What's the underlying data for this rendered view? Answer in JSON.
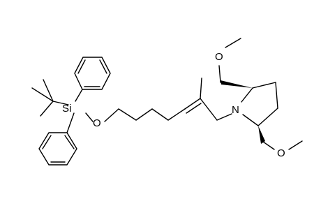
{
  "molecule": {
    "atoms": {
      "si": "Si",
      "o_silyl": "O",
      "n": "N",
      "o_top": "O",
      "o_bottom": "O"
    },
    "colors": {
      "line": "#000000",
      "background": "#ffffff"
    }
  }
}
